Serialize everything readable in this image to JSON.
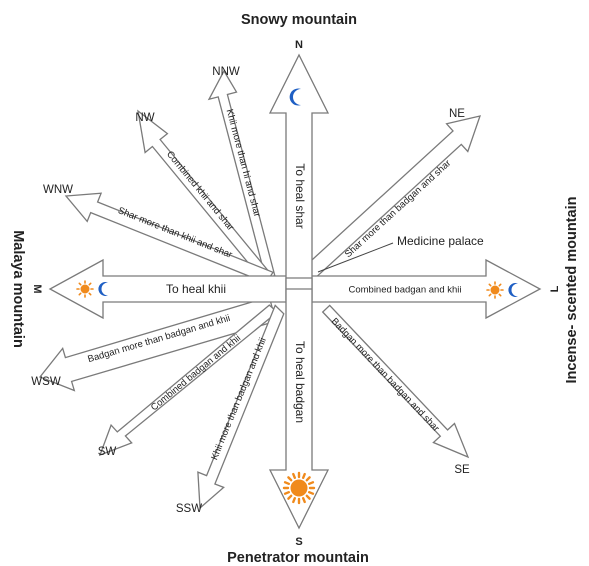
{
  "mountains": {
    "north": "Snowy mountain",
    "south": "Penetrator mountain",
    "west": "Malaya mountain",
    "east": "Incense- scented mountain"
  },
  "cardinal_letters": {
    "north": "N",
    "south": "S",
    "west": "M",
    "east": "L"
  },
  "directions": {
    "nnw": "NNW",
    "nw": "NW",
    "wnw": "WNW",
    "ne": "NE",
    "wsw": "WSW",
    "sw": "SW",
    "ssw": "SSW",
    "se": "SE"
  },
  "arrow_labels": {
    "north": "To heal  shar",
    "south": "To heal badgan",
    "west": "To heal khii",
    "east": "Combined badgan and khii",
    "nnw": "Khii more than hi and shar",
    "nw": "Combined khii and shar",
    "wnw": "Shar more than khii and shar",
    "ne": "Shar more than badgan and shar",
    "wsw": "Badgan more than badgan and khii",
    "sw": "Combined badgan and khii",
    "ssw": "Khii more than badgan and khii",
    "se": "Badgan more than badgan and shar"
  },
  "callout": {
    "medicine_palace": "Medicine palace"
  },
  "icons": {
    "sun": "sun-icon",
    "moon": "moon-icon"
  },
  "colors": {
    "sun": "#f08a1c",
    "moon": "#1f5fc4",
    "outline": "#7a7a7a"
  }
}
